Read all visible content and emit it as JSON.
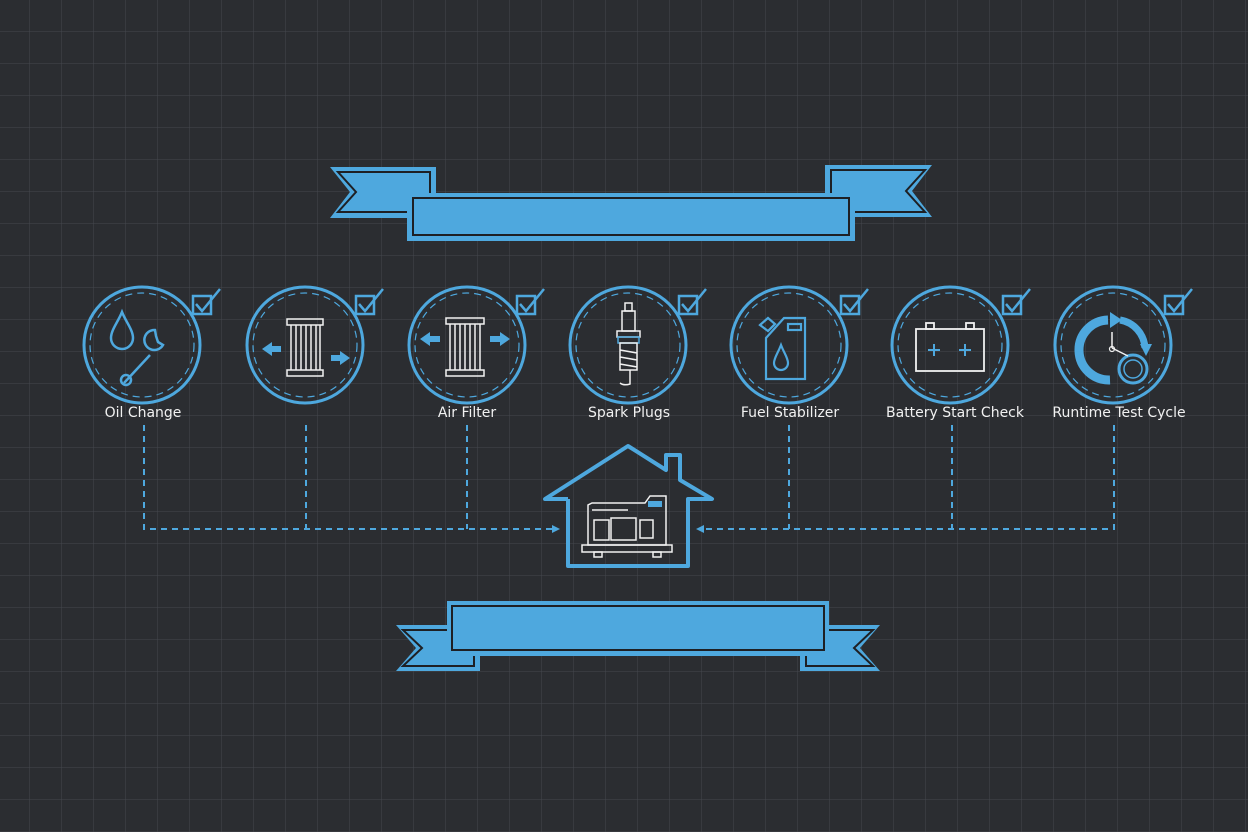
{
  "colors": {
    "background": "#2b2d31",
    "accent": "#4ea8de",
    "icon_line": "#f1f1f1",
    "grid": "#3e4248"
  },
  "top_banner": {
    "text": ""
  },
  "bottom_banner": {
    "text": ""
  },
  "center": {
    "icon": "house-generator-icon"
  },
  "steps": [
    {
      "label": "Oil Change",
      "icon": "oil-drop-wrench-icon",
      "checked": true
    },
    {
      "label": "",
      "icon": "filter-arrows-icon",
      "checked": true
    },
    {
      "label": "Air Filter",
      "icon": "air-filter-icon",
      "checked": true
    },
    {
      "label": "Spark Plugs",
      "icon": "spark-plug-icon",
      "checked": true
    },
    {
      "label": "Fuel Stabilizer",
      "icon": "fuel-can-icon",
      "checked": true
    },
    {
      "label": "Battery Start Check",
      "icon": "battery-icon",
      "checked": true
    },
    {
      "label": "Runtime Test Cycle",
      "icon": "stopwatch-cycle-icon",
      "checked": true
    }
  ]
}
